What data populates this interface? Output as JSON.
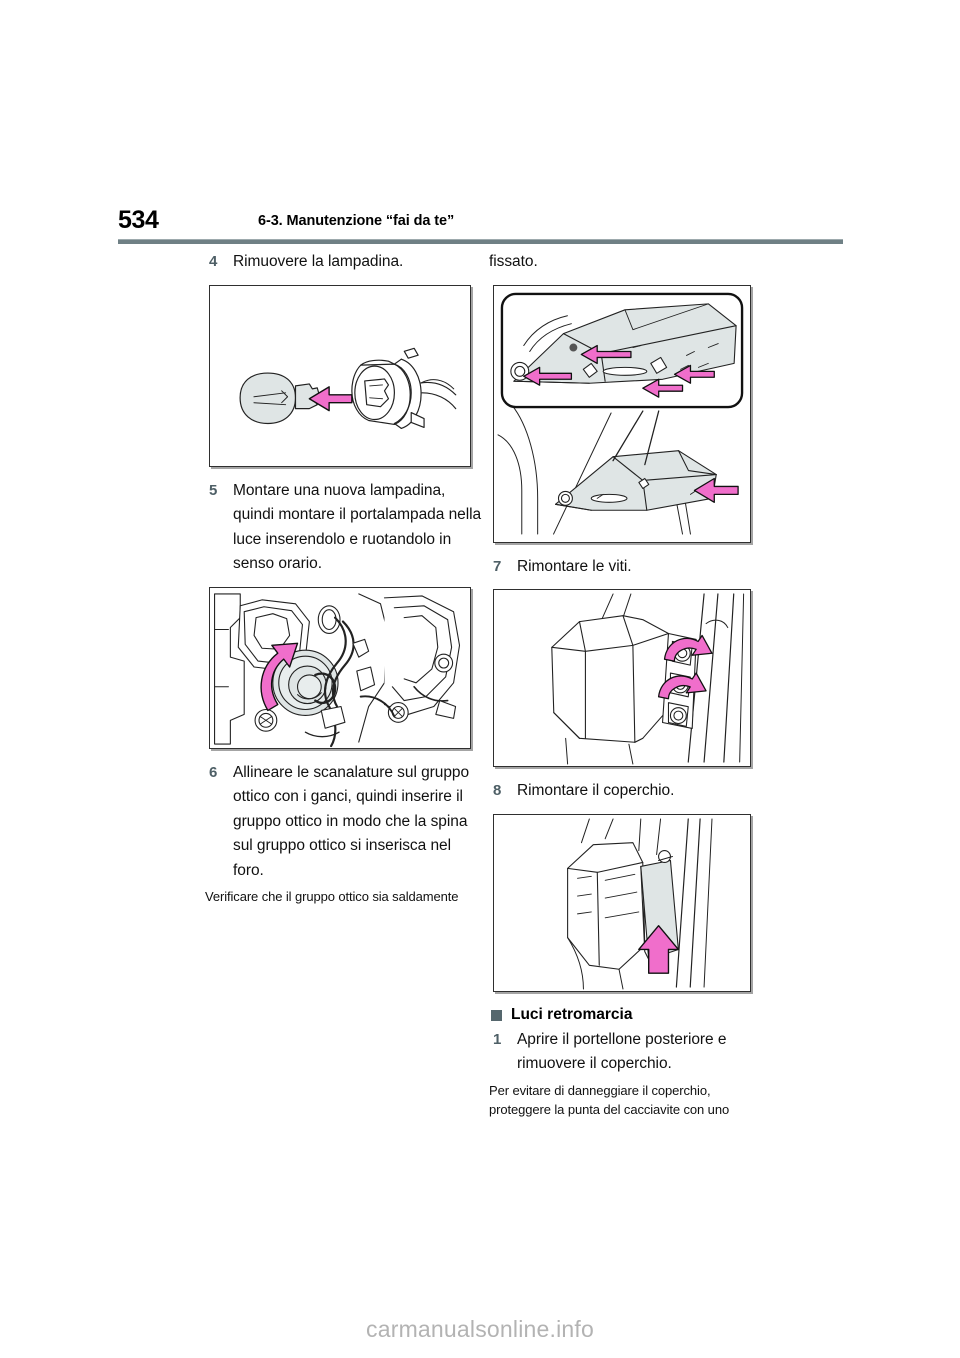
{
  "header": {
    "page_number": "534",
    "section_title": "6-3. Manutenzione “fai da te”"
  },
  "colors": {
    "rule": "#6f8085",
    "step_number": "#4e5f66",
    "bullet": "#55676d",
    "arrow_fill": "#f06ecb",
    "arrow_stroke": "#111111",
    "part_fill": "#dfe5e5",
    "watermark": "#b3b3b3"
  },
  "left_column": {
    "steps": [
      {
        "number": "4",
        "text": "Rimuovere la lampadina."
      },
      {
        "number": "5",
        "text": "Montare una nuova lampadina, quindi montare il portalampada nella luce inserendolo e ruotandolo in senso orario."
      },
      {
        "number": "6",
        "text": "Allineare le scanalature sul gruppo ottico con i ganci, quindi inserire il gruppo ottico in modo che la spina sul gruppo ottico si inserisca nel foro."
      }
    ],
    "note": "Verificare che il gruppo ottico sia saldamente",
    "figures": [
      {
        "caption": "bulb-and-socket-removal",
        "alt": "Lampadina estratta dal portalampada, freccia rosa verso sinistra"
      },
      {
        "caption": "socket-rotation-into-lamp",
        "alt": "Portalampada inserito nella luce, freccia curva rosa in senso orario"
      }
    ]
  },
  "right_column": {
    "continued_note": "fissato.",
    "steps": [
      {
        "number": "7",
        "text": "Rimontare le viti."
      },
      {
        "number": "8",
        "text": "Rimontare il coperchio."
      }
    ],
    "subsection": {
      "heading": "Luci retromarcia",
      "steps": [
        {
          "number": "1",
          "text": "Aprire il portellone posteriore e rimuovere il coperchio."
        }
      ],
      "note": "Per evitare di danneggiare il coperchio, proteggere la punta del cacciavite con uno"
    },
    "figures": [
      {
        "caption": "lamp-unit-insertion-detail",
        "alt": "Gruppo ottico con riquadro di ingrandimento e frecce rosa"
      },
      {
        "caption": "screws-reinstall",
        "alt": "Due viti con frecce curve rosa"
      },
      {
        "caption": "cover-reinstall",
        "alt": "Coperchio con freccia rosa verso l'alto"
      }
    ]
  },
  "footer": {
    "watermark": "carmanualsonline.info"
  }
}
